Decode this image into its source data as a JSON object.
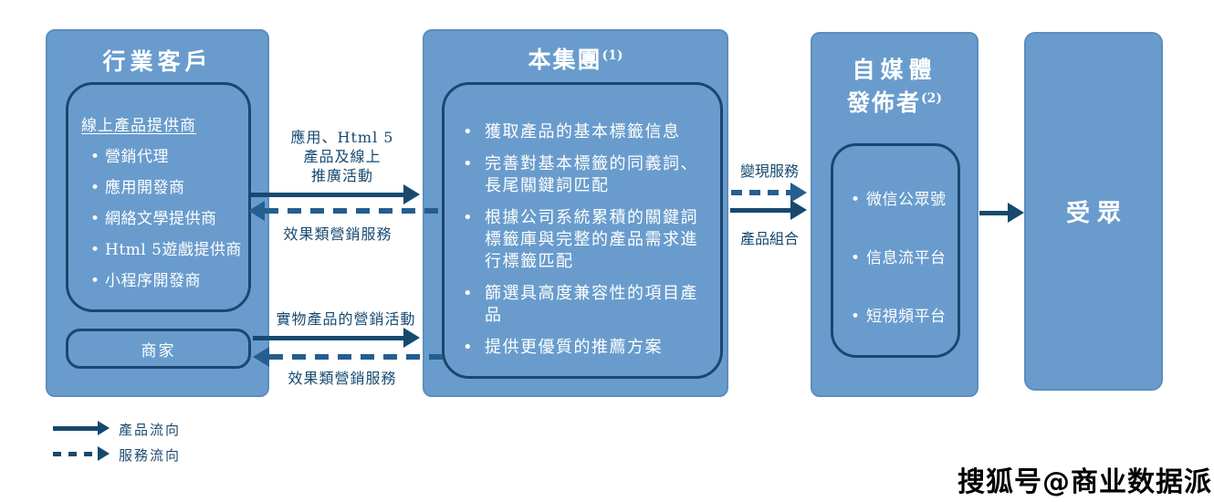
{
  "colors": {
    "box_fill": "#699CCD",
    "box_border": "#5C8DBD",
    "inner_border": "#1B4670",
    "arrow_solid": "#17496F",
    "arrow_dashed": "#255E90",
    "label_text": "#17496F",
    "box_text": "#FFFFFF"
  },
  "industry": {
    "title": "行業客戶",
    "online_providers": {
      "heading": "線上產品提供商",
      "items": [
        "營銷代理",
        "應用開發商",
        "網絡文學提供商",
        "Html 5遊戲提供商",
        "小程序開發商"
      ]
    },
    "merchant": "商家"
  },
  "group": {
    "title": "本集團",
    "superscript": "(1)",
    "items": [
      "獲取產品的基本標籤信息",
      "完善對基本標籤的同義詞、長尾關鍵詞匹配",
      "根據公司系統累積的關鍵詞標籤庫與完整的產品需求進行標籤匹配",
      "篩選具高度兼容性的項目產品",
      "提供更優質的推薦方案"
    ]
  },
  "publishers": {
    "title_line1": "自媒體",
    "title_line2": "發佈者",
    "superscript": "(2)",
    "items": [
      "微信公眾號",
      "信息流平台",
      "短視頻平台"
    ]
  },
  "audience": {
    "title": "受眾"
  },
  "flows": {
    "products_promo": {
      "lines": [
        "應用、Html 5",
        "產品及線上",
        "推廣活動"
      ]
    },
    "performance_marketing_top": "效果類營銷服務",
    "physical_marketing": "實物產品的營銷活動",
    "performance_marketing_bottom": "效果類營銷服務",
    "monetization": "變現服務",
    "product_mix": "產品組合"
  },
  "legend": {
    "solid_label": "產品流向",
    "dashed_label": "服務流向"
  },
  "watermark": "搜狐号@商业数据派"
}
